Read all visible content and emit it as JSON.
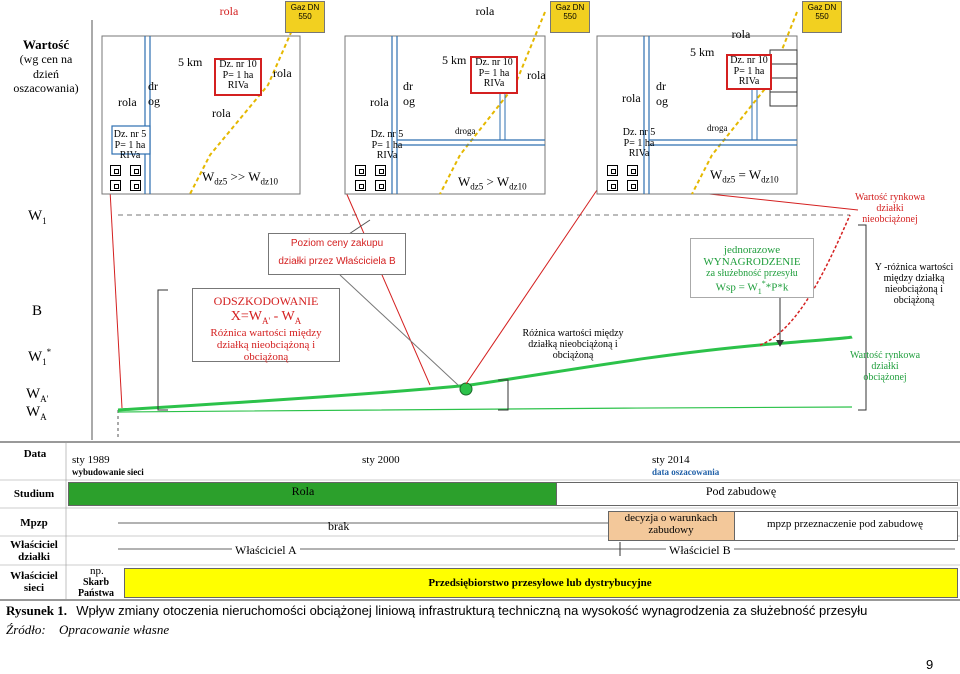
{
  "left_axis": {
    "title_bold": "Wartość",
    "title_rest": "(wg cen na dzień oszacowania)",
    "w1": "W",
    "w1_sub": "1",
    "b": "B",
    "w1star": "W",
    "w1star_sub": "1",
    "w1star_sup": "*",
    "wa1": "W",
    "wa1_sub": "A'",
    "wa2": "W",
    "wa2_sub": "A"
  },
  "panels": [
    {
      "rola_top": "rola",
      "gaz": "Gaz DN 550",
      "km": "5 km",
      "dz10": "Dz. nr 10",
      "dz10_p": "P= 1 ha",
      "dz10_r": "RIVa",
      "rola_right": "rola",
      "rola_left": "rola",
      "droga_v1": "dr",
      "droga_v2": "og",
      "dz5": "Dz. nr 5",
      "dz5_p": "P= 1 ha",
      "dz5_r": "RIVa",
      "rola_mid": "rola",
      "droga_h": "",
      "formula_w": "W",
      "formula_s1": "dz5",
      "formula_op": " >> ",
      "formula_w2": "W",
      "formula_s2": "dz10"
    },
    {
      "rola_top": "rola",
      "gaz": "Gaz DN 550",
      "km": "5 km",
      "dz10": "Dz. nr 10",
      "dz10_p": "P= 1 ha",
      "dz10_r": "RIVa",
      "rola_right": "rola",
      "rola_left": "rola",
      "droga_v1": "dr",
      "droga_v2": "og",
      "dz5": "Dz. nr 5",
      "dz5_p": "P= 1 ha",
      "dz5_r": "RIVa",
      "rola_mid": "",
      "droga_h": "droga",
      "formula_w": "W",
      "formula_s1": "dz5",
      "formula_op": " > ",
      "formula_w2": "W",
      "formula_s2": "dz10"
    },
    {
      "rola_top": "rola",
      "gaz": "Gaz DN 550",
      "km": "5 km",
      "dz10": "Dz. nr 10",
      "dz10_p": "P= 1 ha",
      "dz10_r": "RIVa",
      "rola_right": "",
      "rola_left": "rola",
      "droga_v1": "dr",
      "droga_v2": "og",
      "dz5": "Dz. nr 5",
      "dz5_p": "P= 1 ha",
      "dz5_r": "RIVa",
      "rola_mid": "",
      "droga_h": "droga",
      "formula_w": "W",
      "formula_s1": "dz5",
      "formula_op": " = ",
      "formula_w2": "W",
      "formula_s2": "dz10"
    }
  ],
  "annotations": {
    "poziom_line1": "Poziom ceny zakupu",
    "poziom_line2": "działki przez Właściciela B",
    "odsz_title": "ODSZKODOWANIE",
    "odsz_formula_x": "X=W",
    "odsz_formula_sub1": "A'",
    "odsz_formula_mid": " - W",
    "odsz_formula_sub2": "A",
    "odsz_desc": "Różnica wartości między działką nieobciążoną i obciążoną",
    "roznica_mid": "Różnica wartości między działką nieobciążoną i obciążoną",
    "jedn_title": "jednorazowe",
    "jedn_title2": "WYNAGRODZENIE",
    "jedn_desc": "za służebność przesyłu",
    "wsp_formula": "Wsp = W",
    "wsp_sub": "1",
    "wsp_sup": "*",
    "wsp_rest": "*P*k",
    "right_top": "Wartość rynkowa działki nieobciążonej",
    "right_y": "Y -różnica wartości między działką nieobciążoną i obciążoną",
    "right_bottom": "Wartość rynkowa działki obciążonej"
  },
  "timeline": {
    "data_label": "Data",
    "d1": "sty  1989",
    "d1_note": "wybudowanie sieci",
    "d2": "sty  2000",
    "d3": "sty  2014",
    "d3_note": "data oszacowania"
  },
  "table": {
    "studium_label": "Studium",
    "studium_rola": "Rola",
    "studium_pod": "Pod zabudowę",
    "mpzp_label": "Mpzp",
    "mpzp_brak": "brak",
    "mpzp_decyzja": "decyzja o warunkach zabudowy",
    "mpzp_przezn": "mpzp    przeznaczenie pod zabudowę",
    "wlasc_dz_label": "Właściciel działki",
    "wlasc_a": "Właściciel  A",
    "wlasc_b": "Właściciel  B",
    "wlasc_sieci_label": "Właściciel sieci",
    "np": "np.",
    "skarb": "Skarb Państwa",
    "przeds": "Przedsiębiorstwo przesyłowe lub dystrybucyjne"
  },
  "caption": {
    "rysunek": "Rysunek 1.",
    "text": "Wpływ zmiany otoczenia nieruchomości obciążonej liniową infrastrukturą techniczną na wysokość wynagrodzenia za służebność przesyłu",
    "zrodlo_label": "Źródło:",
    "zrodlo_text": "Opracowanie własne"
  },
  "page_number": "9",
  "colors": {
    "gaz": "#f2d020",
    "green_line": "#2cc24a",
    "green_dark": "#1f9e3c",
    "red": "#d42020",
    "blue_road": "#2d6fb0",
    "rail": "#8c8cff",
    "studium_green": "#2ca02c",
    "przeds_yellow": "#ffff00",
    "decyzja_tan": "#f3c89a"
  }
}
